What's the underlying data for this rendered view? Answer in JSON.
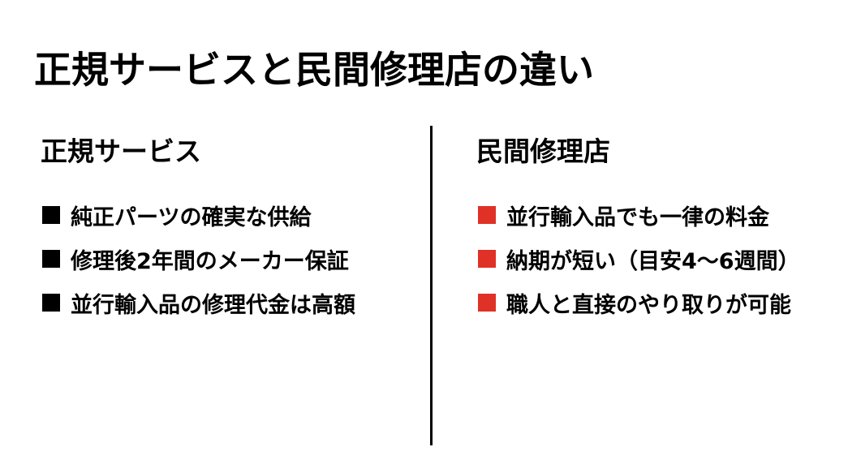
{
  "slide": {
    "title": "正規サービスと民間修理店の違い",
    "colors": {
      "text": "#000000",
      "official_bullet": "#000000",
      "private_bullet": "#e03127",
      "divider": "#000000",
      "background": "#ffffff"
    },
    "official": {
      "heading": "正規サービス",
      "bullet_icon": "black-square",
      "items": [
        "純正パーツの確実な供給",
        "修理後2年間のメーカー保証",
        "並行輸入品の修理代金は高額"
      ]
    },
    "private": {
      "heading": "民間修理店",
      "bullet_icon": "red-square",
      "items": [
        "並行輸入品でも一律の料金",
        "納期が短い（目安4〜6週間）",
        "職人と直接のやり取りが可能"
      ]
    }
  }
}
